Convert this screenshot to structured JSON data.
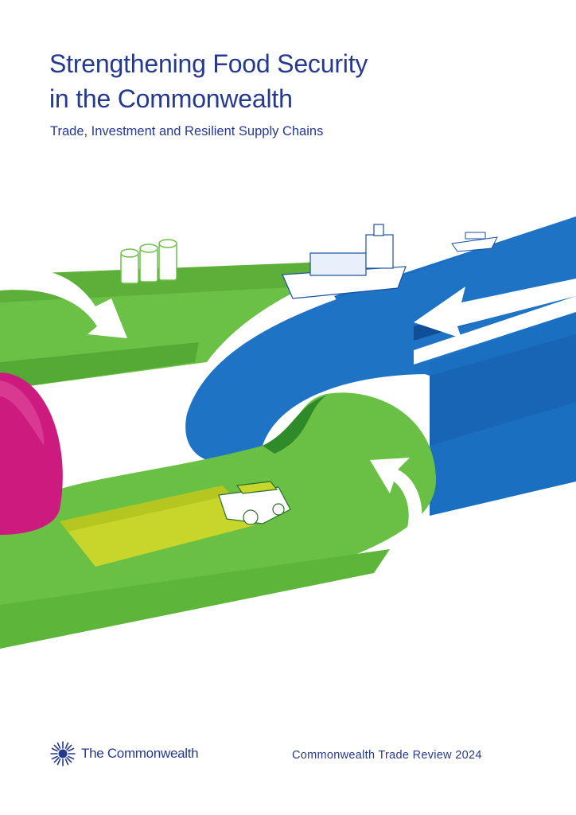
{
  "cover": {
    "title_line1": "Strengthening Food Security",
    "title_line2": "in the Commonwealth",
    "subtitle": "Trade, Investment and Resilient Supply Chains",
    "series_title": "Commonwealth Trade Review 2024"
  },
  "publisher": {
    "logo_icon": "commonwealth-emblem-icon",
    "name": "The Commonwealth"
  },
  "colors": {
    "primary_text": "#25398e",
    "green_link": "#6ac045",
    "blue_link": "#1a70c2",
    "magenta_link": "#cc1a7e"
  }
}
